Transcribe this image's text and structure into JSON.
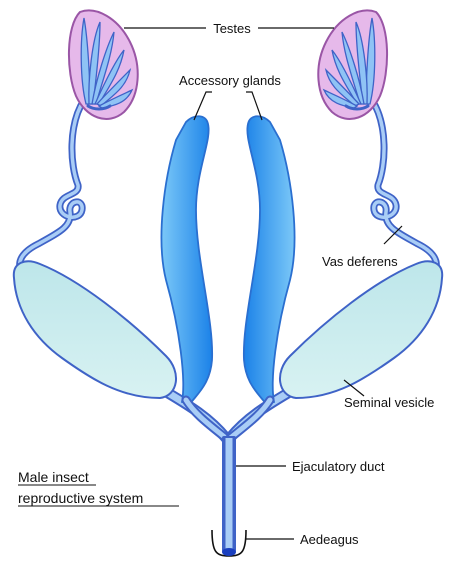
{
  "labels": {
    "testes": "Testes",
    "accessory_glands": "Accessory glands",
    "vas_deferens": "Vas deferens",
    "seminal_vesicle": "Seminal vesicle",
    "ejaculatory_duct": "Ejaculatory duct",
    "aedeagus": "Aedeagus"
  },
  "caption": {
    "line1": "Male insect",
    "line2": "reproductive system"
  },
  "colors": {
    "testis_fill": "#e6b9ea",
    "testis_outline": "#9a56a6",
    "follicle_fill": "#8fc3f5",
    "duct_outline": "#3f63c7",
    "duct_fill": "#a9cdf6",
    "gland_light": "#72c2f7",
    "gland_dark": "#1f86ea",
    "vesicle_fill": "#c8ecee",
    "line": "#111111"
  }
}
